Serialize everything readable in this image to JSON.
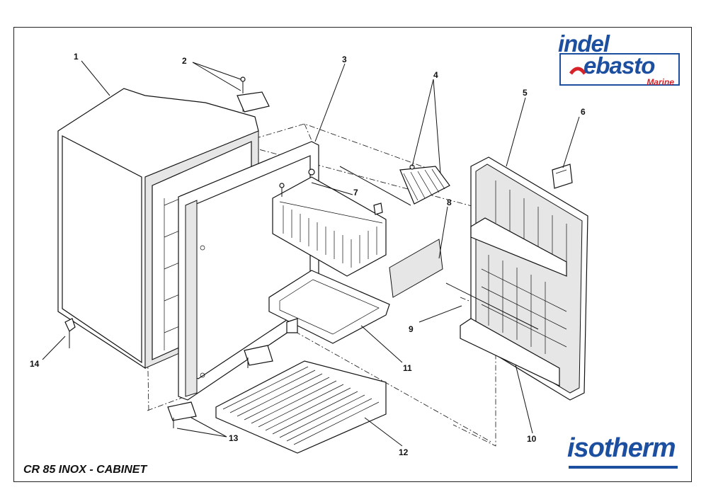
{
  "title": "CR 85 INOX - CABINET",
  "logos": {
    "indel_line1": "indel",
    "indel_line2": "ebasto",
    "indel_line3": "Marine",
    "isotherm": "isotherm",
    "brand_blue": "#1d4fa0",
    "brand_red": "#d8222a"
  },
  "callouts": [
    "1",
    "2",
    "3",
    "4",
    "5",
    "6",
    "7",
    "8",
    "9",
    "10",
    "11",
    "12",
    "13",
    "14"
  ]
}
